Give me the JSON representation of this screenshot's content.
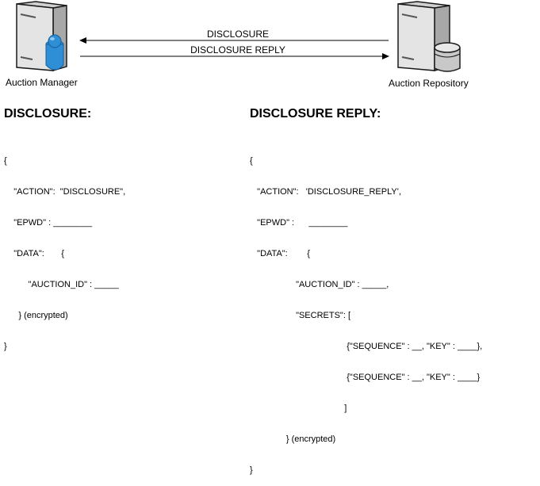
{
  "nodes": {
    "manager": {
      "label": "Auction Manager"
    },
    "repository": {
      "label": "Auction Repository"
    }
  },
  "arrows": {
    "request": {
      "label": "DISCLOSURE",
      "direction": "repository-to-manager"
    },
    "reply": {
      "label": "DISCLOSURE REPLY",
      "direction": "manager-to-repository"
    }
  },
  "left_panel": {
    "title": "DISCLOSURE:",
    "lines": [
      "{",
      "    \"ACTION\":  \"DISCLOSURE\",",
      "    \"EPWD\" : ________",
      "    \"DATA\":       {",
      "          \"AUCTION_ID\" : _____",
      "      } (encrypted)",
      "}"
    ]
  },
  "right_panel": {
    "title": "DISCLOSURE REPLY:",
    "lines": [
      "{",
      "   \"ACTION\":   'DISCLOSURE_REPLY',",
      "   \"EPWD\" :      ________",
      "   \"DATA\":        {",
      "                   \"AUCTION_ID\" : _____,",
      "                   \"SECRETS\": [",
      "                                        {\"SEQUENCE\" : __, \"KEY\" : ____},",
      "                                        {\"SEQUENCE\" : __, \"KEY\" : ____}",
      "                                       ]",
      "               } (encrypted)",
      "}"
    ]
  },
  "colors": {
    "server_light": "#e4e4e4",
    "server_dark": "#a8a8a8",
    "server_outline": "#1a1a1a",
    "user_blue": "#2f8fd6",
    "user_blue_dark": "#175f99"
  }
}
